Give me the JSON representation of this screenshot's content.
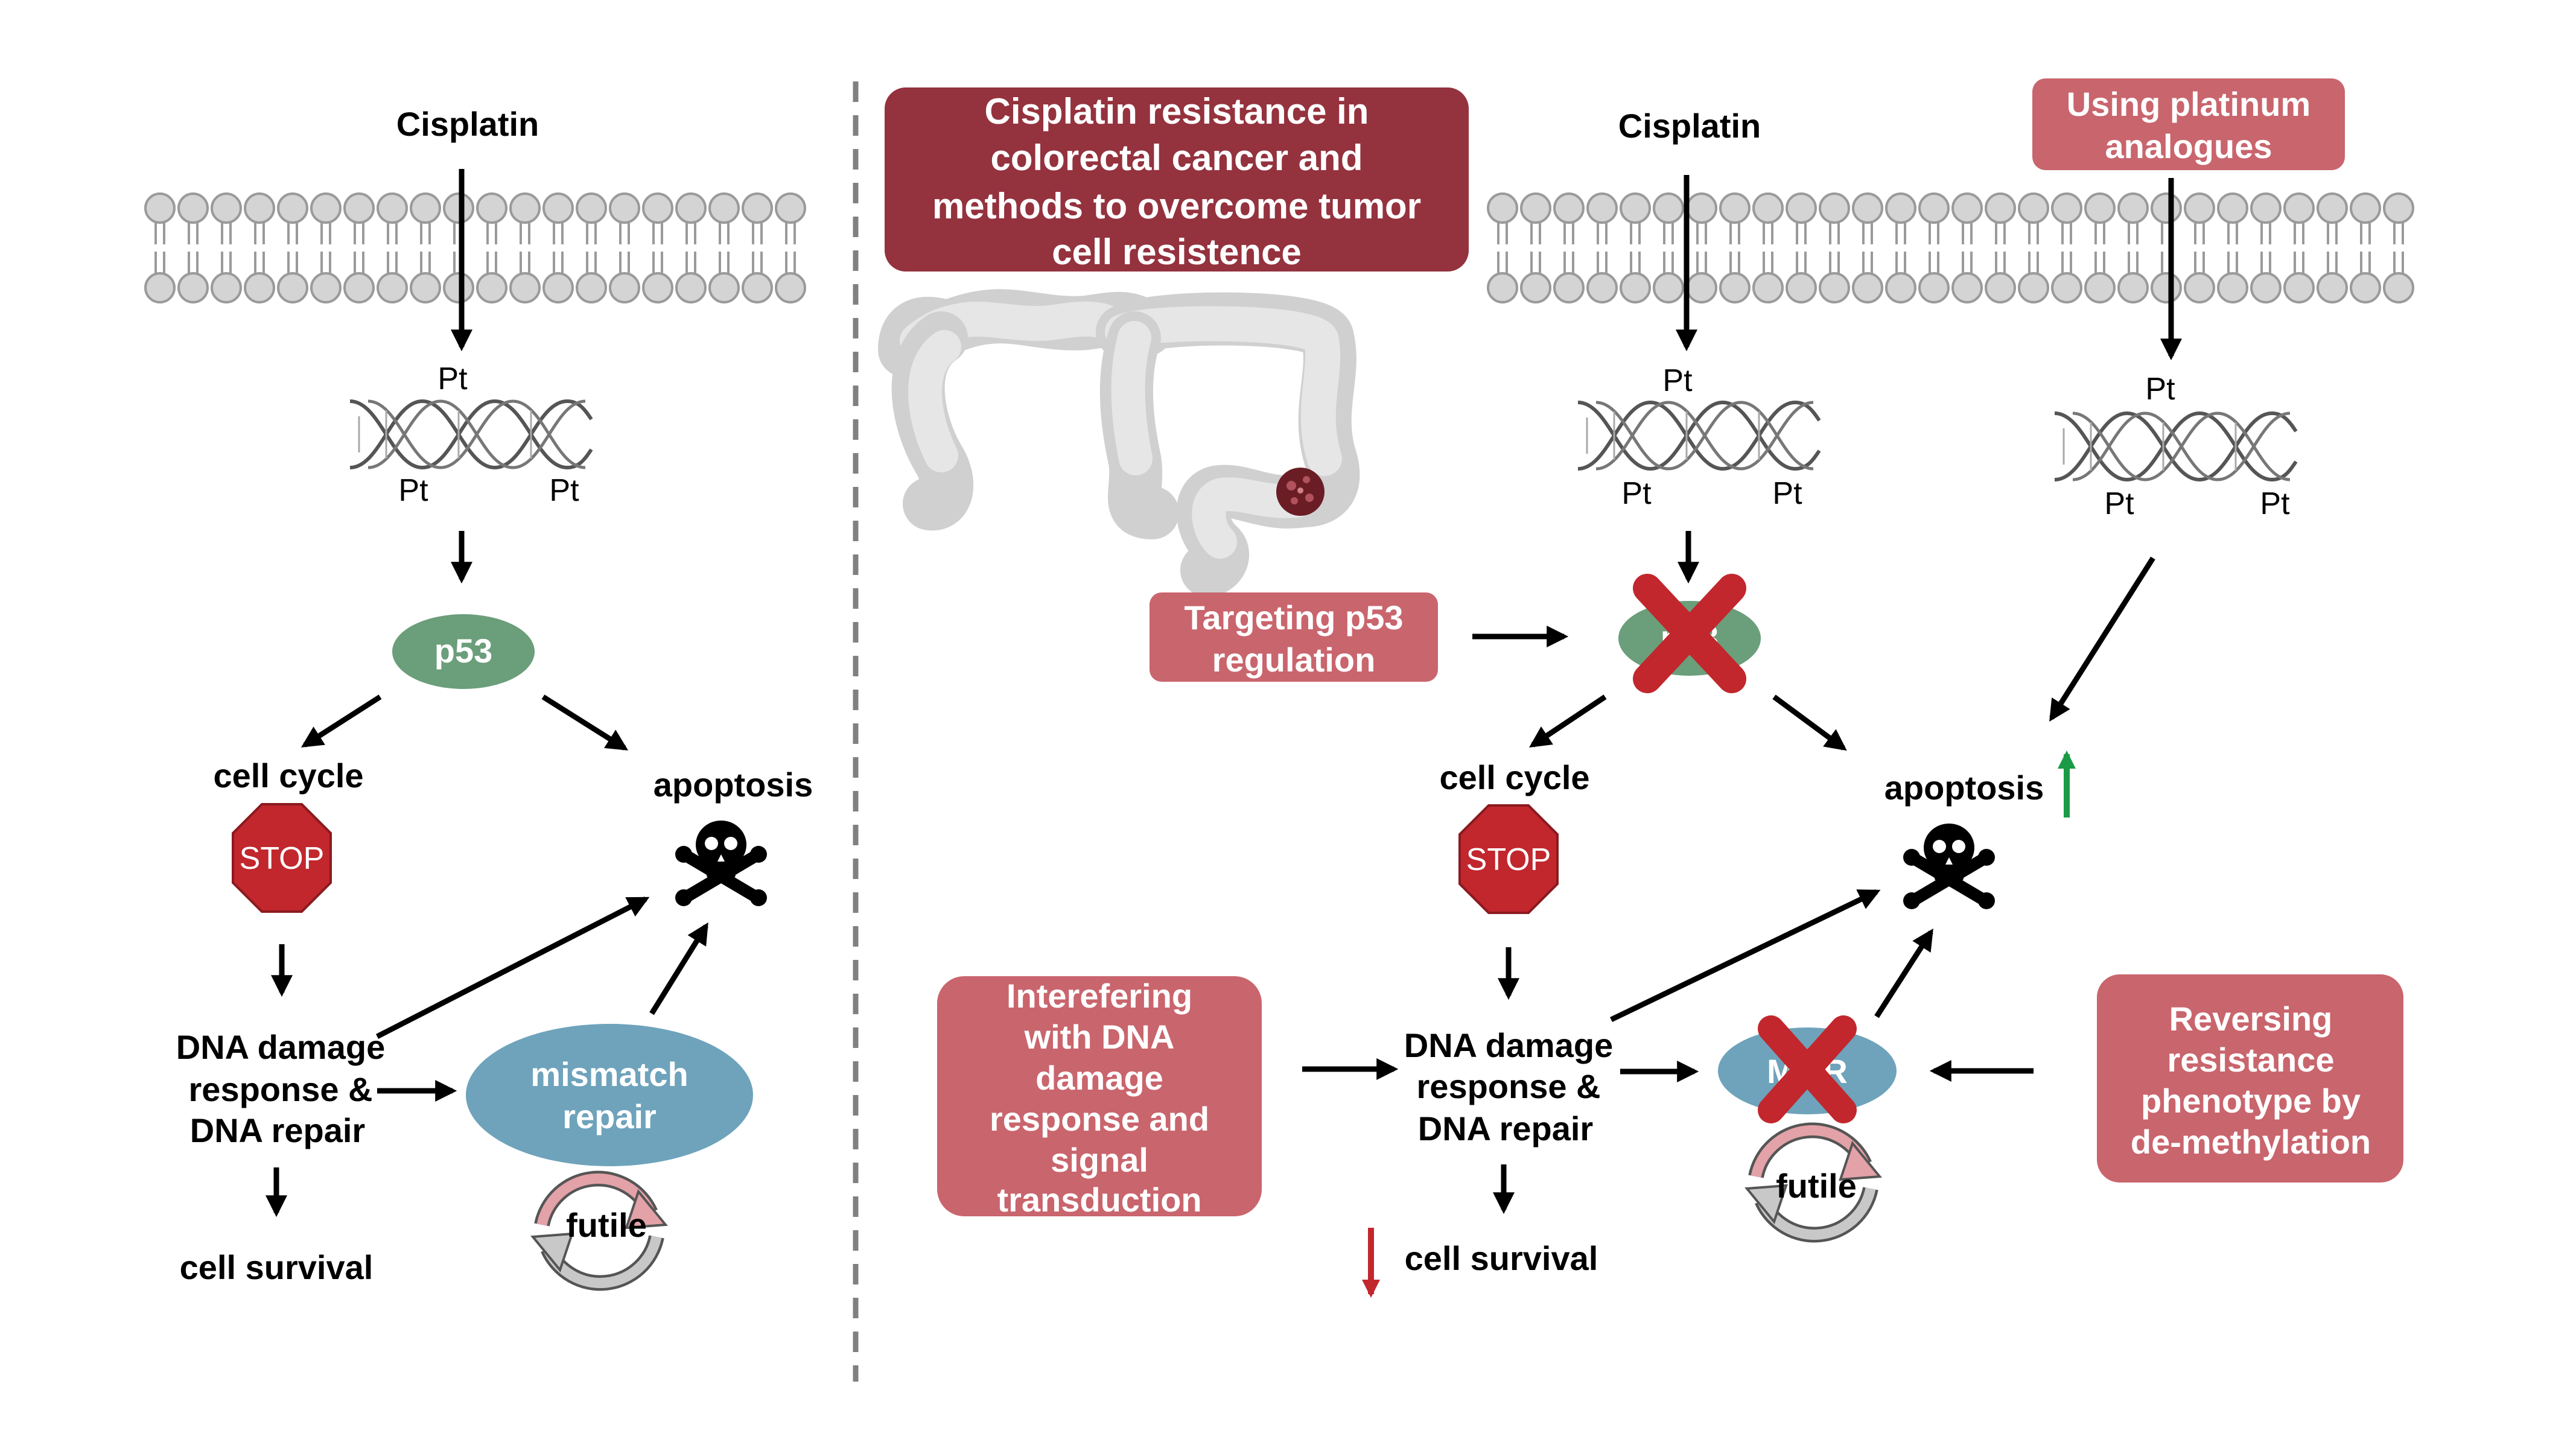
{
  "colors": {
    "title_box": "#94323e",
    "pink_box": "#c9656d",
    "p53": "#6b9e7a",
    "mmr": "#6ea3bb",
    "stop": "#c1272d",
    "red_x": "#c1272d",
    "up_arrow": "#1a9b45",
    "down_arrow": "#c1272d",
    "membrane": "#d4d4d4",
    "divider": "#808080"
  },
  "left": {
    "cisplatin": "Cisplatin",
    "dna_pt_top": "Pt",
    "dna_pt_left": "Pt",
    "dna_pt_right": "Pt",
    "p53": "p53",
    "cell_cycle": "cell cycle",
    "stop": "STOP",
    "apoptosis": "apoptosis",
    "dna_damage": [
      "DNA damage",
      "response &",
      "DNA repair"
    ],
    "mismatch_repair": [
      "mismatch",
      "repair"
    ],
    "futile": "futile",
    "cell_survival": "cell survival"
  },
  "right": {
    "title": [
      "Cisplatin  resistance in",
      "colorectal cancer and",
      "methods to overcome tumor",
      "cell resistence"
    ],
    "cisplatin": "Cisplatin",
    "platinum_box": [
      "Using platinum",
      "analogues"
    ],
    "dna1_pt_top": "Pt",
    "dna1_pt_left": "Pt",
    "dna1_pt_right": "Pt",
    "dna2_pt_top": "Pt",
    "dna2_pt_left": "Pt",
    "dna2_pt_right": "Pt",
    "p53_box": [
      "Targeting p53",
      "regulation"
    ],
    "p53_label": "p53",
    "cell_cycle": "cell cycle",
    "stop": "STOP",
    "apoptosis": "apoptosis",
    "ddr_box": [
      "Interefering",
      "with DNA",
      "damage",
      "response and",
      "signal",
      "transduction"
    ],
    "dna_damage": [
      "DNA damage",
      "response &",
      "DNA repair"
    ],
    "mmr_label": "MMR",
    "reversing_box": [
      "Reversing",
      "resistance",
      "phenotype by",
      "de-methylation"
    ],
    "futile": "futile",
    "cell_survival": "cell survival"
  }
}
